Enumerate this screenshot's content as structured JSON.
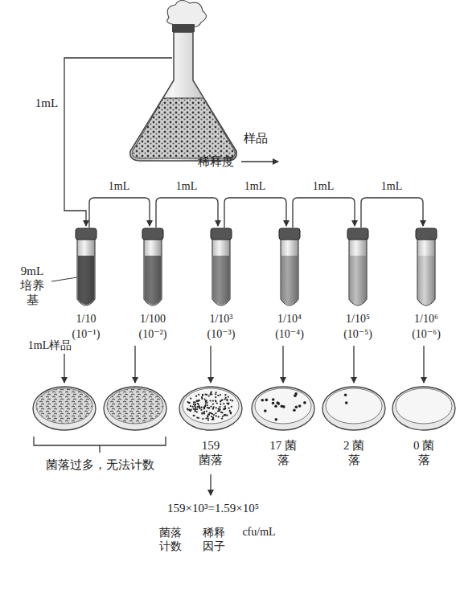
{
  "diagram": {
    "labels": [
      "样品",
      "1mL",
      "稀释度",
      "1mL",
      "1mL",
      "1mL",
      "1mL",
      "1mL",
      "9mL 培养基",
      "1/10",
      "(10⁻¹)",
      "1/100",
      "(10⁻²)",
      "1/10³",
      "(10⁻³)",
      "1/10⁴",
      "(10⁻⁴)",
      "1/10⁵",
      "(10⁻⁵)",
      "1/10⁶",
      "(10⁻⁶)",
      "1mL样品",
      "159 菌落",
      "17 菌落",
      "2 菌落",
      "0 菌落",
      "菌落过多，无法计数",
      "159×10³=1.59×10⁵",
      "菌落 计数",
      "稀释 因子",
      "cfu/mL"
    ]
  }
}
